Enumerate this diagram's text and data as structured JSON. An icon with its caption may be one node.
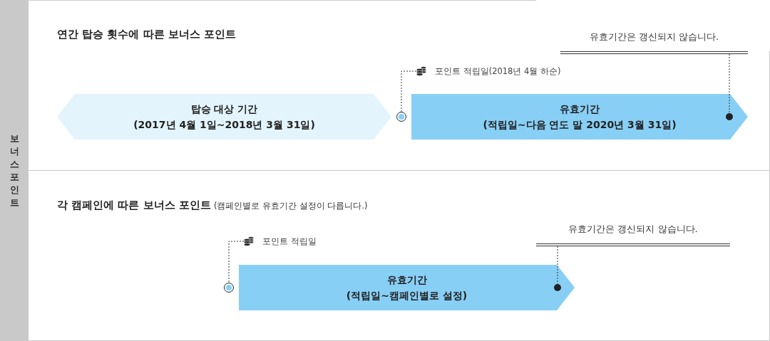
{
  "diagram": {
    "nodes": [
      {
        "text": [
          "보너스 포인트"
        ]
      },
      {
        "text": [
          "연간 탑승 횟수에 따른 보너스 포인트"
        ]
      },
      {
        "text": [
          "유효기간은 갱신되지 않습니다."
        ],
        "in": 1
      },
      {
        "text": [
          "포인트 적립일(2018년 4월 하순)"
        ],
        "in": 1
      },
      {
        "text": [
          "탑승 대상 기간",
          "(2017년 4월 1일~2018년 3월 31일)"
        ],
        "in": 1
      },
      {
        "text": [],
        "shape": "circle",
        "in": 1
      },
      {
        "text": [
          "유효기간",
          "(적립일~다음 연도 말 2020년 3월 31일)"
        ],
        "in": 1
      },
      {
        "text": [],
        "shape": "circle",
        "in": 6
      },
      {
        "text": [
          "각 캠페인에 따른 보너스 포인트",
          "(캠페인별로 유효기간 설정이 다릅니다.)"
        ]
      },
      {
        "text": [
          "유효기간은 갱신되지 않습니다."
        ],
        "in": 8
      },
      {
        "text": [
          "포인트 적립일"
        ],
        "in": 8
      },
      {
        "text": [],
        "shape": "circle",
        "in": 8
      },
      {
        "text": [
          "유효기간",
          "(적립일~캠페인별로 설정)"
        ],
        "in": 8
      },
      {
        "text": [],
        "shape": "circle",
        "in": 12
      }
    ],
    "edges": [
      {
        "from": 3,
        "to": 5,
        "arrow": "none",
        "style": "dashed"
      },
      {
        "from": 2,
        "to": 7,
        "arrow": "none",
        "style": "dashed"
      },
      {
        "from": 10,
        "to": 11,
        "arrow": "none",
        "style": "dashed"
      },
      {
        "from": 9,
        "to": 13,
        "arrow": "none",
        "style": "dashed"
      }
    ]
  }
}
